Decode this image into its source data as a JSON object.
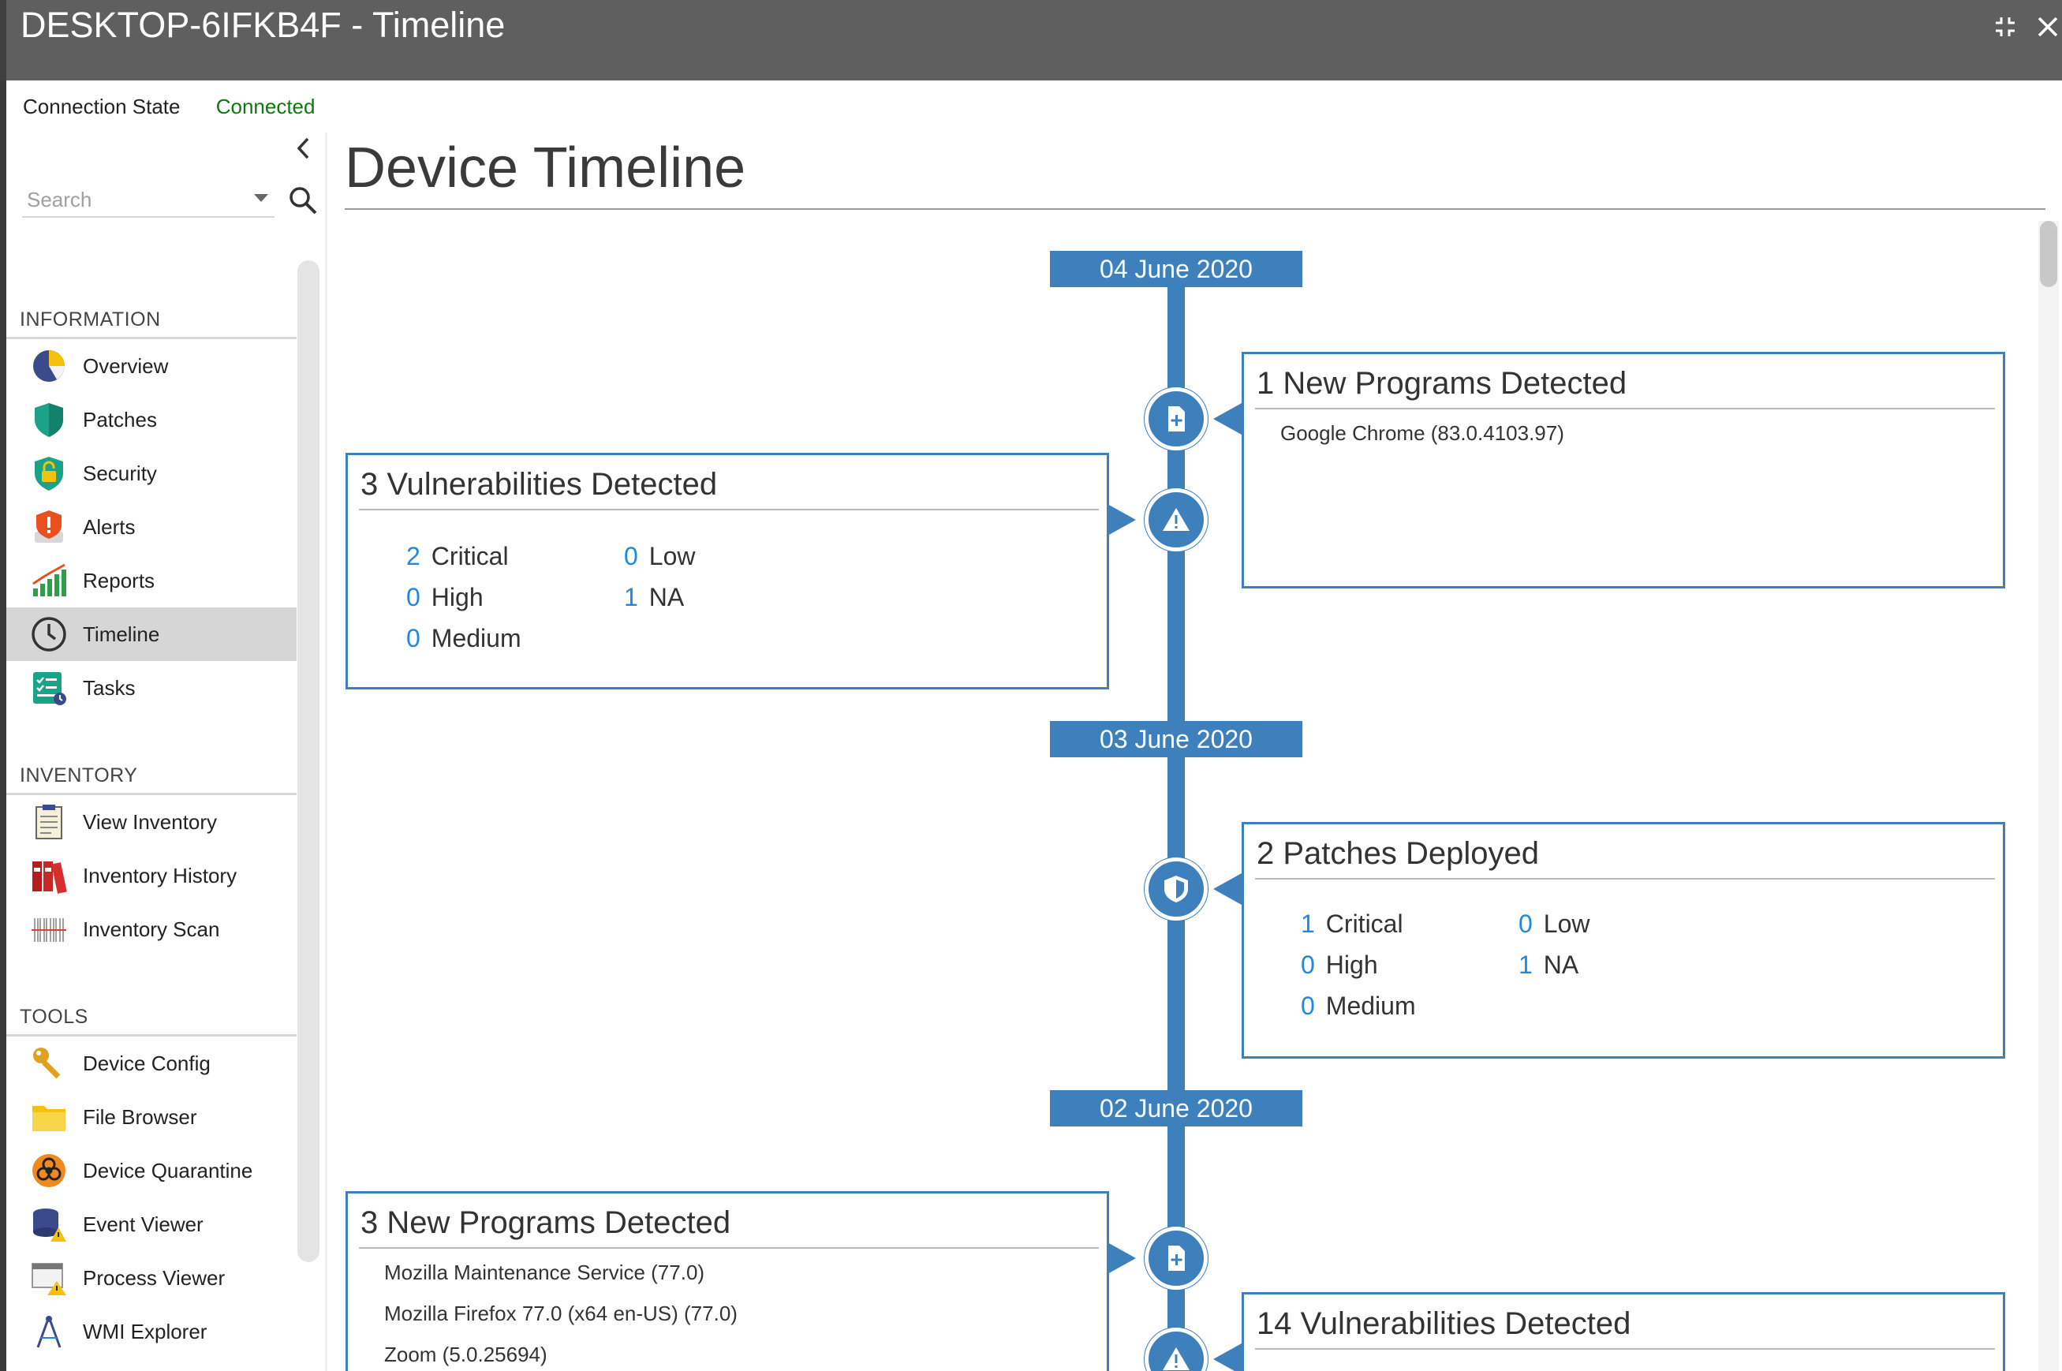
{
  "window": {
    "title": "DESKTOP-6IFKB4F - Timeline",
    "restore_icon": "restore-icon",
    "close_icon": "close-icon"
  },
  "connection": {
    "label": "Connection State",
    "value": "Connected",
    "value_color": "#0a7a0a"
  },
  "search": {
    "placeholder": "Search",
    "value": ""
  },
  "sidebar": {
    "sections": [
      {
        "title": "INFORMATION",
        "items": [
          {
            "label": "Overview",
            "icon": "pie-chart-icon"
          },
          {
            "label": "Patches",
            "icon": "shield-icon"
          },
          {
            "label": "Security",
            "icon": "lock-shield-icon"
          },
          {
            "label": "Alerts",
            "icon": "alert-badge-icon"
          },
          {
            "label": "Reports",
            "icon": "bar-chart-icon"
          },
          {
            "label": "Timeline",
            "icon": "clock-icon",
            "active": true
          },
          {
            "label": "Tasks",
            "icon": "checklist-icon"
          }
        ]
      },
      {
        "title": "INVENTORY",
        "items": [
          {
            "label": "View Inventory",
            "icon": "clipboard-icon"
          },
          {
            "label": "Inventory History",
            "icon": "binders-icon"
          },
          {
            "label": "Inventory Scan",
            "icon": "barcode-icon"
          }
        ]
      },
      {
        "title": "TOOLS",
        "items": [
          {
            "label": "Device Config",
            "icon": "key-icon"
          },
          {
            "label": "File Browser",
            "icon": "folder-icon"
          },
          {
            "label": "Device Quarantine",
            "icon": "biohazard-icon"
          },
          {
            "label": "Event Viewer",
            "icon": "database-warning-icon"
          },
          {
            "label": "Process Viewer",
            "icon": "window-warning-icon"
          },
          {
            "label": "WMI Explorer",
            "icon": "compass-icon"
          }
        ]
      }
    ]
  },
  "main": {
    "title": "Device Timeline",
    "accent_color": "#3d80bc",
    "count_color": "#1e88e5",
    "dates": [
      "04 June 2020",
      "03 June 2020",
      "02 June 2020"
    ],
    "events": [
      {
        "title": "1 New Programs Detected",
        "icon": "file-plus-icon",
        "items": [
          "Google Chrome (83.0.4103.97)"
        ]
      },
      {
        "title": "3 Vulnerabilities Detected",
        "icon": "warning-icon",
        "severity": {
          "critical": "2",
          "high": "0",
          "medium": "0",
          "low": "0",
          "na": "1"
        }
      },
      {
        "title": "2 Patches Deployed",
        "icon": "shield-icon",
        "severity": {
          "critical": "1",
          "high": "0",
          "medium": "0",
          "low": "0",
          "na": "1"
        }
      },
      {
        "title": "3 New Programs Detected",
        "icon": "file-plus-icon",
        "items": [
          "Mozilla Maintenance Service (77.0)",
          "Mozilla Firefox 77.0 (x64 en-US) (77.0)",
          "Zoom (5.0.25694)"
        ]
      },
      {
        "title": "14 Vulnerabilities Detected",
        "icon": "warning-icon"
      }
    ],
    "severity_labels": {
      "critical": "Critical",
      "high": "High",
      "medium": "Medium",
      "low": "Low",
      "na": "NA"
    }
  }
}
